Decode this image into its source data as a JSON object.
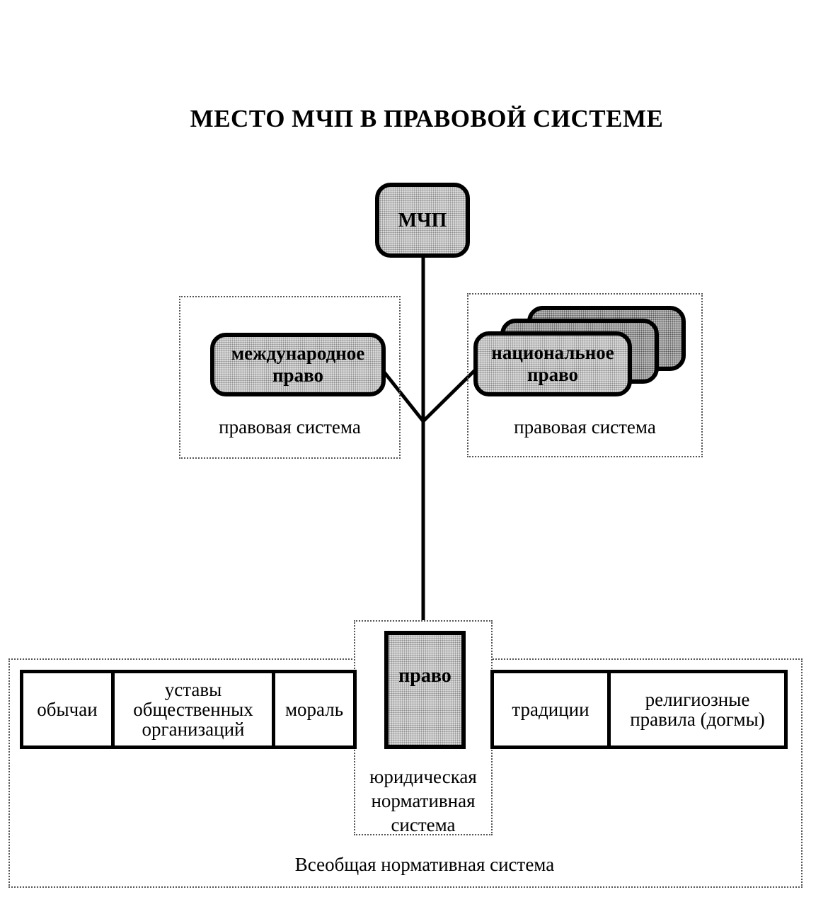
{
  "title": "МЕСТО МЧП В ПРАВОВОЙ СИСТЕМЕ",
  "nodes": {
    "mchp": "МЧП",
    "international_law": "международное право",
    "national_law": "национальное право",
    "pravo": "право"
  },
  "captions": {
    "legal_system_left": "правовая система",
    "legal_system_right": "правовая система",
    "juridical_normative_system": "юридическая нормативная система",
    "universal_normative_system": "Всеобщая нормативная система"
  },
  "left_norms": [
    "обычаи",
    "уставы общественных организаций",
    "мораль"
  ],
  "right_norms": [
    "традиции",
    "религиозные правила (догмы)"
  ]
}
